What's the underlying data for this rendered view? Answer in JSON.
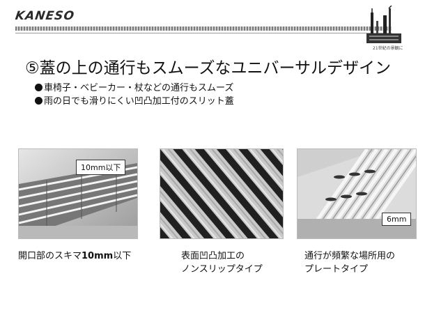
{
  "brand": {
    "logo_text": "KANESO"
  },
  "corner": {
    "caption": "21世紀の景観に"
  },
  "slide": {
    "title": "⑤蓋の上の通行もスムーズなユニバーサルデザイン",
    "bullets": [
      "車椅子・ベビーカー・杖などの通行もスムーズ",
      "雨の日でも滑りにくい凹凸加工付のスリット蓋"
    ]
  },
  "photos": [
    {
      "icon": "slit-grate-photo",
      "tag": "10mm以下"
    },
    {
      "icon": "non-slip-grate-photo",
      "tag": ""
    },
    {
      "icon": "plate-grate-photo",
      "tag": "6mm"
    }
  ],
  "captions": {
    "c1_prefix": "開口部のスキマ",
    "c1_bold": "10mm",
    "c1_suffix": "以下",
    "c2_line1": "表面凹凸加工の",
    "c2_line2": "ノンスリップタイプ",
    "c3_line1": "通行が頻繁な場所用の",
    "c3_line2": "プレートタイプ"
  }
}
